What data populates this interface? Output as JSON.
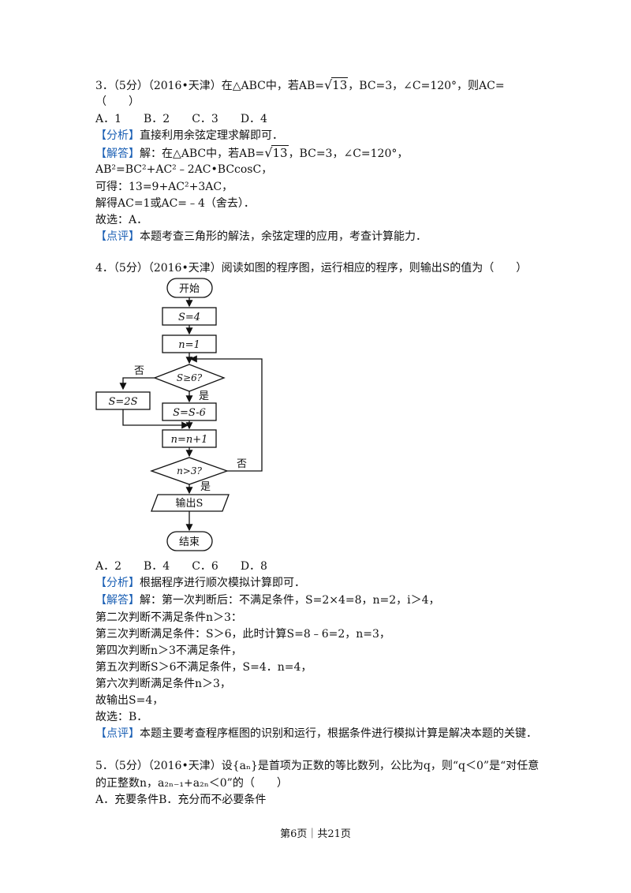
{
  "q3": {
    "line1": "3．（5分）（2016•天津）在△ABC中，若AB=",
    "sqrt_val": "13",
    "line1_rest": "，BC=3，∠C=120°，则AC=",
    "paren": "（　　）",
    "options": "A．1　　B．2　　C．3　　D．4",
    "analysis_tag": "【分析】",
    "analysis": "直接利用余弦定理求解即可．",
    "solution_tag": "【解答】",
    "solution1_a": "解：在△ABC中，若AB=",
    "solution1_sqrt": "13",
    "solution1_b": "，BC=3，∠C=120°，",
    "solution2": "AB²=BC²+AC²﹣2AC•BCcosC，",
    "solution3": "可得：13=9+AC²+3AC，",
    "solution4": "解得AC=1或AC=﹣4（舍去）．",
    "solution5": "故选：A．",
    "comment_tag": "【点评】",
    "comment": "本题考查三角形的解法，余弦定理的应用，考查计算能力．"
  },
  "q4": {
    "line1": "4．（5分）（2016•天津）阅读如图的程序图，运行相应的程序，则输出S的值为（　　）",
    "flow": {
      "start": "开始",
      "s_init": "S=4",
      "n_init": "n=1",
      "cond1": "S≥6?",
      "no1": "否",
      "yes1": "是",
      "s_double": "S=2S",
      "s_minus": "S=S-6",
      "n_inc": "n=n+1",
      "cond2": "n>3?",
      "no2": "否",
      "yes2": "是",
      "output": "输出S",
      "end": "结束"
    },
    "options": "A．2　　B．4　　C．6　　D．8",
    "analysis_tag": "【分析】",
    "analysis": "根据程序进行顺次模拟计算即可．",
    "solution_tag": "【解答】",
    "solution1": "解：第一次判断后：不满足条件，S=2×4=8，n=2，i＞4，",
    "solution2": "第二次判断不满足条件n＞3：",
    "solution3": "第三次判断满足条件：S＞6，此时计算S=8﹣6=2，n=3，",
    "solution4": "第四次判断n＞3不满足条件，",
    "solution5": "第五次判断S＞6不满足条件，S=4．n=4，",
    "solution6": "第六次判断满足条件n＞3，",
    "solution7": "故输出S=4，",
    "solution8": "故选：B．",
    "comment_tag": "【点评】",
    "comment": "本题主要考查程序框图的识别和运行，根据条件进行模拟计算是解决本题的关键．"
  },
  "q5": {
    "line1": "5．（5分）（2016•天津）设{aₙ}是首项为正数的等比数列，公比为q，则“q＜0”是“对任意",
    "line2": "的正整数n，a₂ₙ₋₁+a₂ₙ＜0”的（　　）",
    "line3": "A．充要条件B．充分而不必要条件"
  },
  "footer": "第6页｜共21页"
}
